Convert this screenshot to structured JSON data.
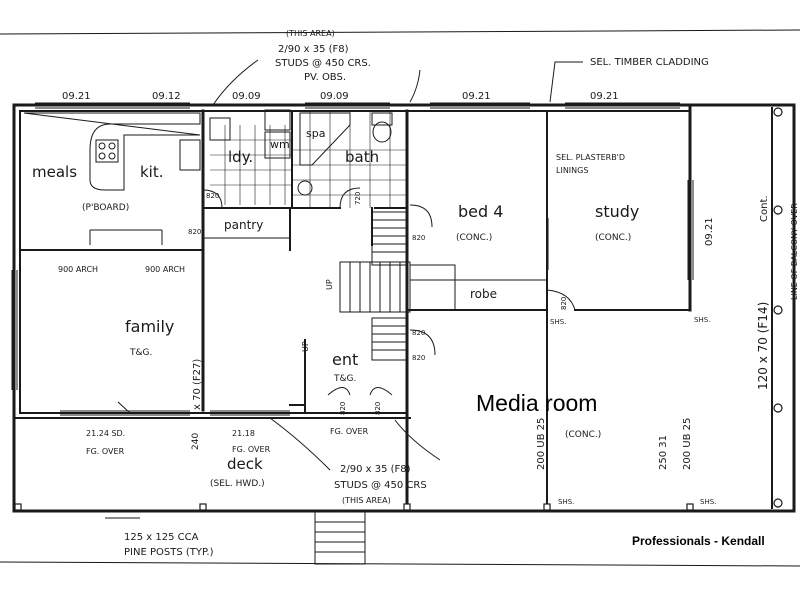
{
  "page": {
    "background": "#ffffff",
    "ink": "#1a1a1a",
    "red_ink": "#c0392b"
  },
  "rooms": {
    "meals": "meals",
    "kit": "kit.",
    "kit_floor": "(P'BOARD)",
    "ldy": "ldy.",
    "wm": "wm",
    "spa": "spa",
    "bath": "bath",
    "pantry": "pantry",
    "bed4": "bed 4",
    "bed4_floor": "(CONC.)",
    "study": "study",
    "study_floor": "(CONC.)",
    "robe": "robe",
    "family": "family",
    "family_floor": "T&G.",
    "ent": "ent",
    "ent_floor": "T&G.",
    "deck": "deck",
    "deck_floor": "(SEL. HWD.)",
    "garage_floor": "(CONC.)"
  },
  "dimensions": {
    "w1": "09.21",
    "w2": "09.12",
    "w3": "09.09",
    "w4": "09.09",
    "w5": "09.21",
    "w6": "09.21",
    "right": "09.21",
    "a1": "900 ARCH",
    "a2": "900 ARCH",
    "sd": "21.24 SD.",
    "fg1": "FG. OVER",
    "d18": "21.18",
    "fg2": "FG. OVER",
    "fg3": "FG. OVER",
    "d240": "240",
    "beam1": "x 70 (F27)",
    "beam2": "200 UB 25",
    "beam3": "200 UB 25",
    "beam_red": "250 31",
    "side_beam": "120 x 70 (F14)",
    "cont": "Cont.",
    "balcony": "LINE OF BALCONY OVER",
    "s1": "820",
    "s2": "820",
    "s3": "720",
    "s4": "820",
    "s5": "820",
    "s6": "820",
    "s7": "820",
    "s8": "820",
    "s9": "820",
    "up1": "UP",
    "up2": "UP",
    "shs1": "SHS.",
    "shs2": "SHS.",
    "shs3": "SHS.",
    "shs4": "SHS."
  },
  "notes": {
    "top1": "(THIS AREA)",
    "top2": "2/90 x 35 (F8)",
    "top3": "STUDS @ 450 CRS.",
    "top4": "PV. OBS.",
    "cladding": "SEL. TIMBER CLADDING",
    "lining1": "SEL. PLASTERB'D",
    "lining2": "LININGS",
    "bot1": "2/90 x 35 (F8)",
    "bot2": "STUDS @ 450 CRS",
    "bot3": "(THIS AREA)",
    "post1": "125 x 125 CCA",
    "post2": "PINE POSTS (TYP.)"
  },
  "overlay": {
    "media_room": "Media room",
    "watermark": "Professionals - Kendall"
  }
}
